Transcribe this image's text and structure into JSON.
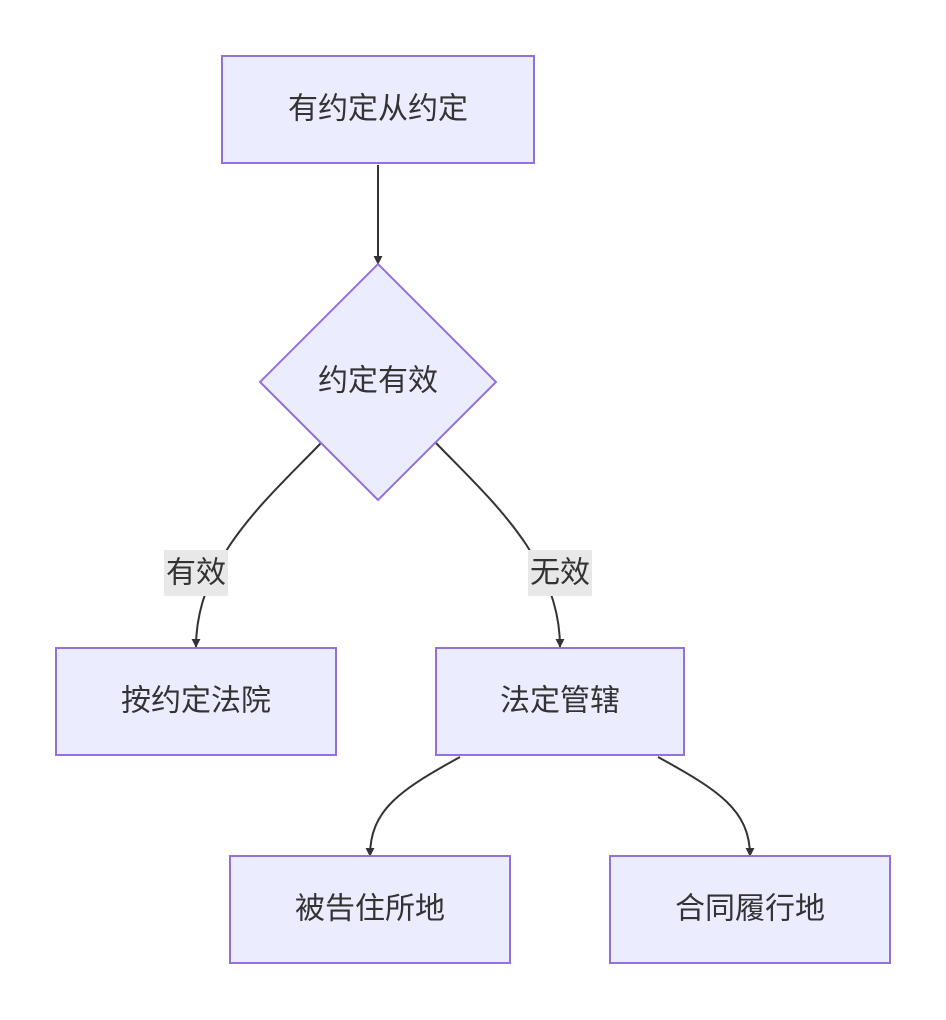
{
  "diagram": {
    "nodes": {
      "start": "有约定从约定",
      "decision": "约定有效",
      "agreed_court": "按约定法院",
      "statutory": "法定管辖",
      "defendant_domicile": "被告住所地",
      "contract_place": "合同履行地"
    },
    "edge_labels": {
      "valid": "有效",
      "invalid": "无效"
    },
    "colors": {
      "node_fill": "#ECECFF",
      "node_stroke": "#9370DB",
      "edge": "#333333",
      "label_bg": "#E8E8E8",
      "text": "#333333"
    }
  }
}
